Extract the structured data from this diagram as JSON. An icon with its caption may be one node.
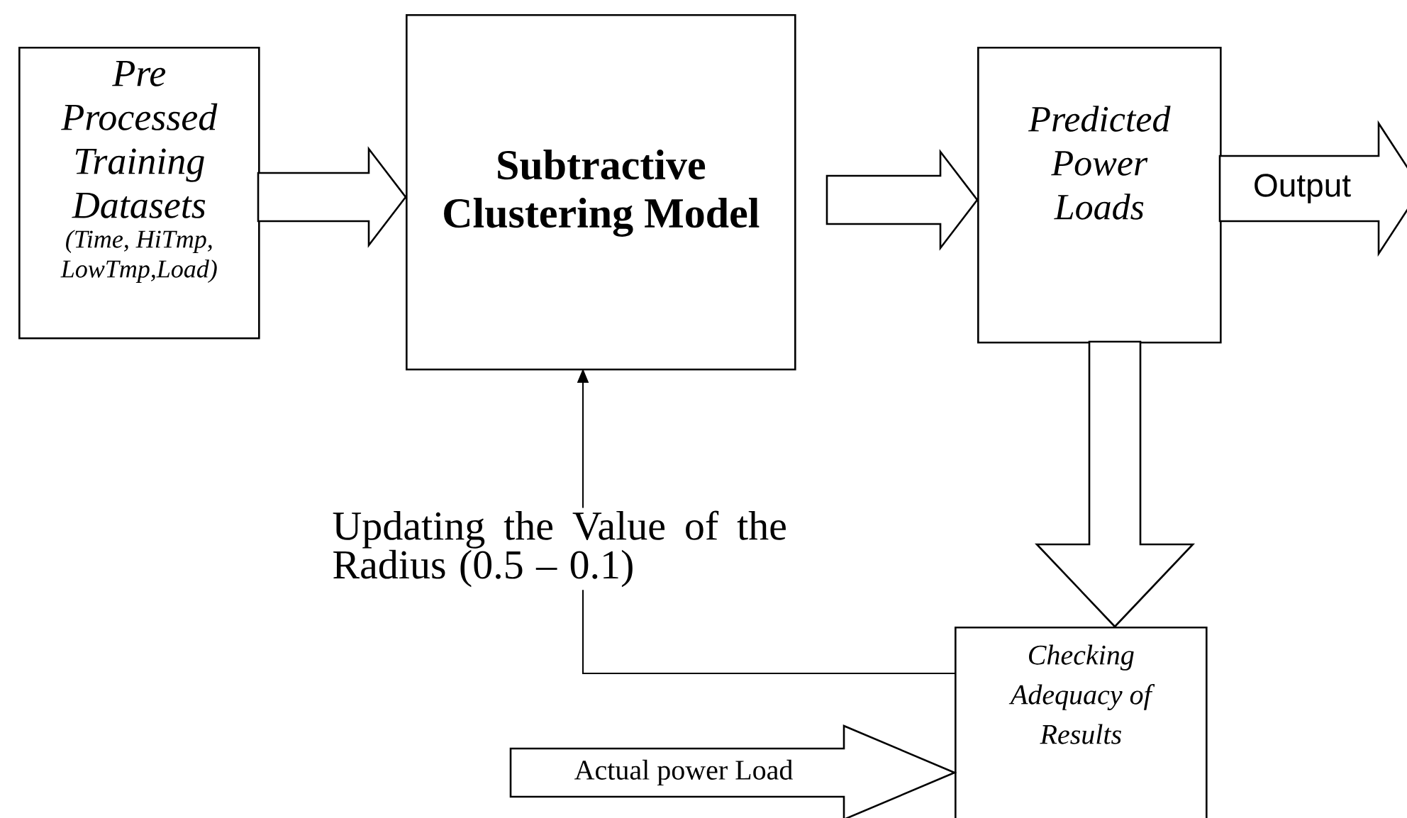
{
  "diagram": {
    "nodes": [
      {
        "text": [
          "Pre Processed Training Datasets",
          "(Time, HiTmp, LowTmp,Load)"
        ]
      },
      {
        "text": [
          "Subtractive Clustering Model"
        ]
      },
      {
        "text": [
          "Predicted Power Loads"
        ]
      },
      {
        "text": [
          "Checking Adequacy of Results"
        ]
      }
    ],
    "edges": [
      {
        "from": 0,
        "to": 1,
        "arrow": "to"
      },
      {
        "from": 1,
        "to": 2,
        "arrow": "to"
      },
      {
        "from": 2,
        "to": null,
        "arrow": "to",
        "label": "Output"
      },
      {
        "from": 2,
        "to": 3,
        "arrow": "to"
      },
      {
        "from": 3,
        "to": 1,
        "arrow": "to",
        "label": "Updating the Value of the Radius (0.5 – 0.1)"
      },
      {
        "from": null,
        "to": 3,
        "arrow": "to",
        "label": "Actual power Load"
      }
    ]
  }
}
